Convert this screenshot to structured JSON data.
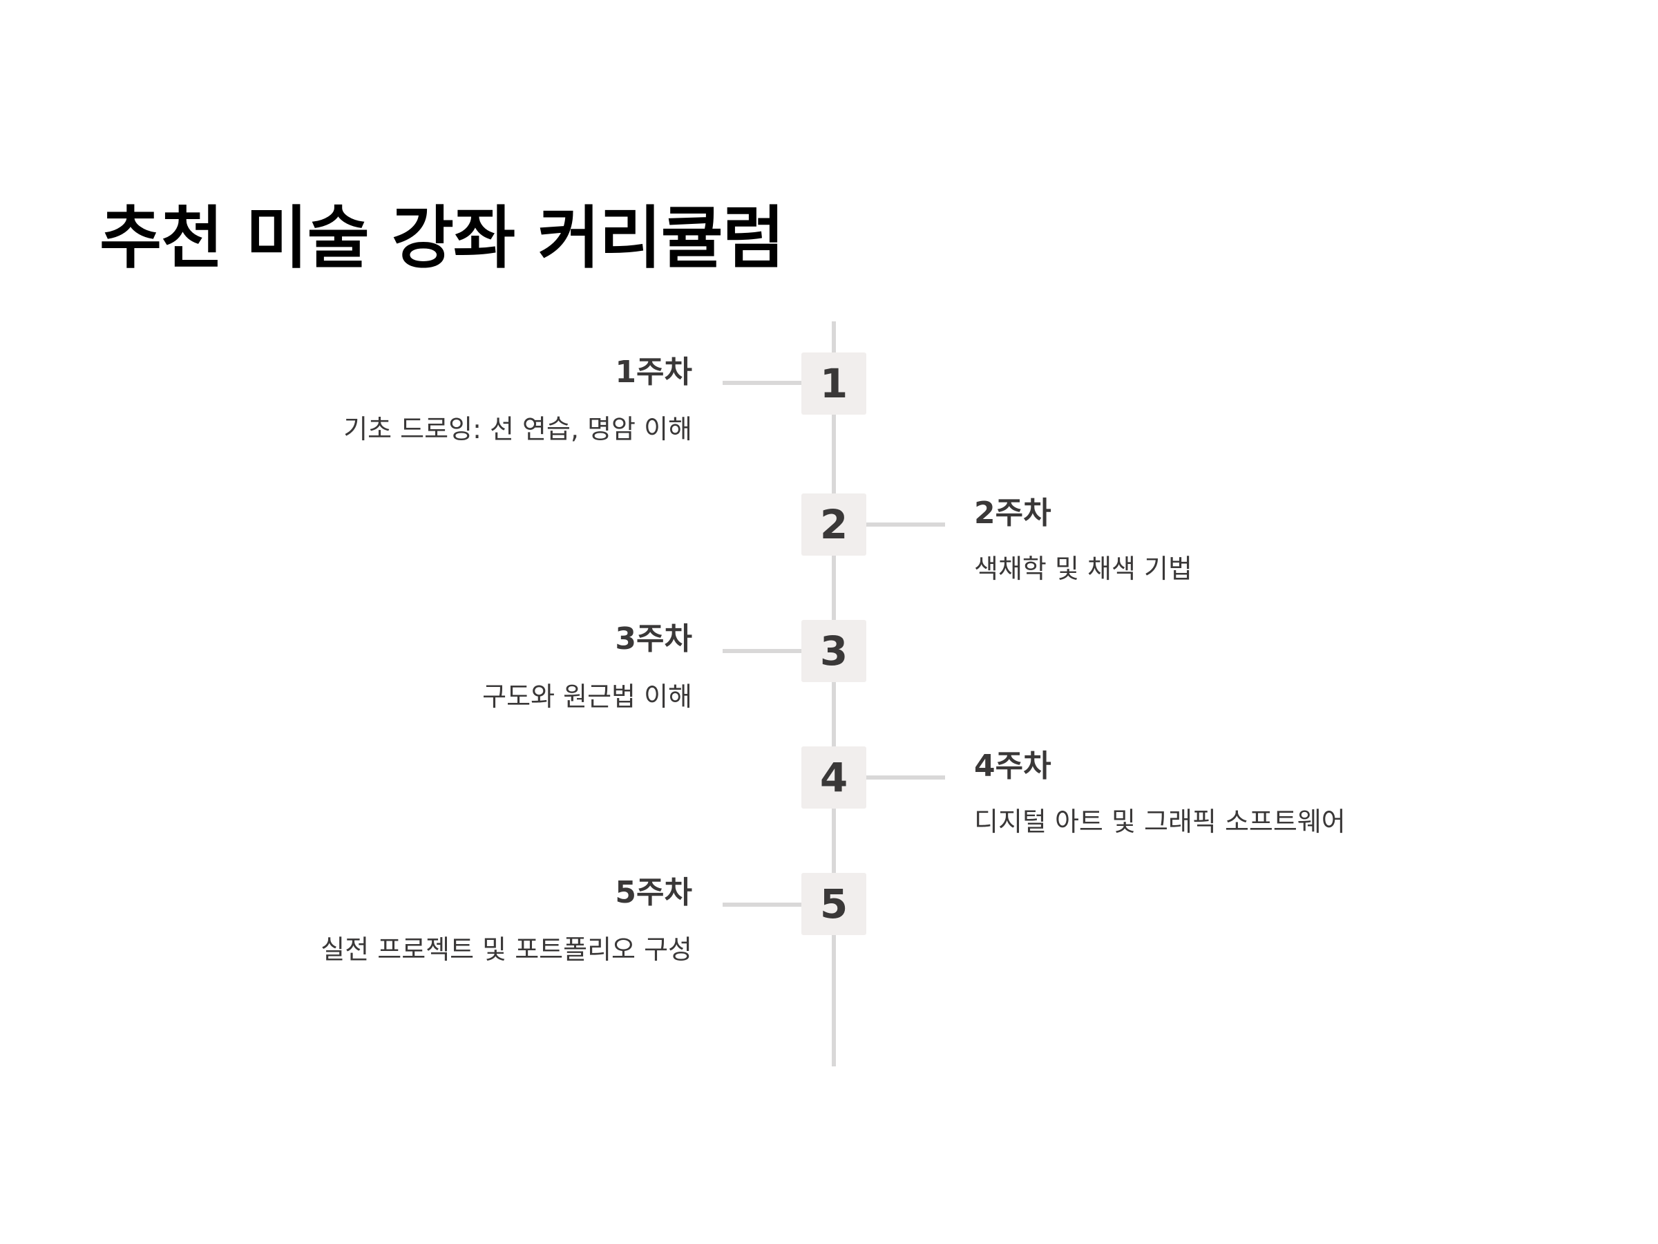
{
  "title": "추천 미술 강좌 커리큘럼",
  "steps": [
    {
      "number": "1",
      "week": "1주차",
      "description": "기초 드로잉: 선 연습, 명암 이해"
    },
    {
      "number": "2",
      "week": "2주차",
      "description": "색채학 및 채색 기법"
    },
    {
      "number": "3",
      "week": "3주차",
      "description": "구도와 원근법 이해"
    },
    {
      "number": "4",
      "week": "4주차",
      "description": "디지털 아트 및 그래픽 소프트웨어"
    },
    {
      "number": "5",
      "week": "5주차",
      "description": "실전 프로젝트 및 포트폴리오 구성"
    }
  ],
  "colors": {
    "title": "#000000",
    "text": "#3a3838",
    "line": "#d9d8d8",
    "marker_fill": "#f1eeed",
    "background": "#ffffff"
  }
}
